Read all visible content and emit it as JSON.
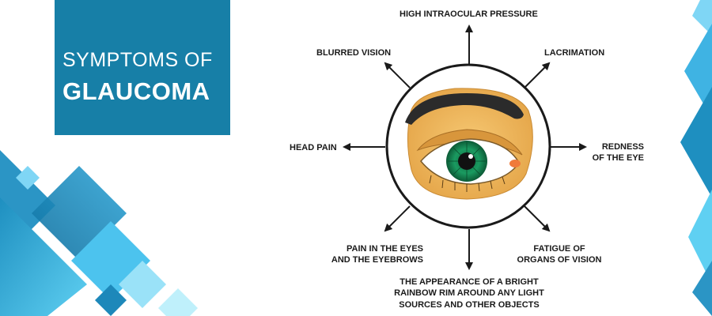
{
  "title": {
    "line1": "SYMPTOMS OF",
    "line2": "GLAUCOMA"
  },
  "symptoms": {
    "high_pressure": "HIGH INTRAOCULAR PRESSURE",
    "blurred_vision": "BLURRED VISION",
    "lacrimation": "LACRIMATION",
    "head_pain": "HEAD PAIN",
    "redness_line1": "REDNESS",
    "redness_line2": "OF THE EYE",
    "pain_line1": "PAIN IN THE EYES",
    "pain_line2": "AND THE EYEBROWS",
    "fatigue_line1": "FATIGUE OF",
    "fatigue_line2": "ORGANS OF VISION",
    "rainbow_line1": "THE APPEARANCE OF A BRIGHT",
    "rainbow_line2": "RAINBOW RIM AROUND ANY LIGHT",
    "rainbow_line3": "SOURCES AND OTHER OBJECTS"
  },
  "colors": {
    "title_bg": "#177fa7",
    "accent_blue": "#3fb3e3",
    "iris_green": "#1a9a60",
    "skin_tan": "#f0b95a",
    "brow_dark": "#2b2b2b"
  },
  "icons": {
    "center": "eye-icon"
  }
}
